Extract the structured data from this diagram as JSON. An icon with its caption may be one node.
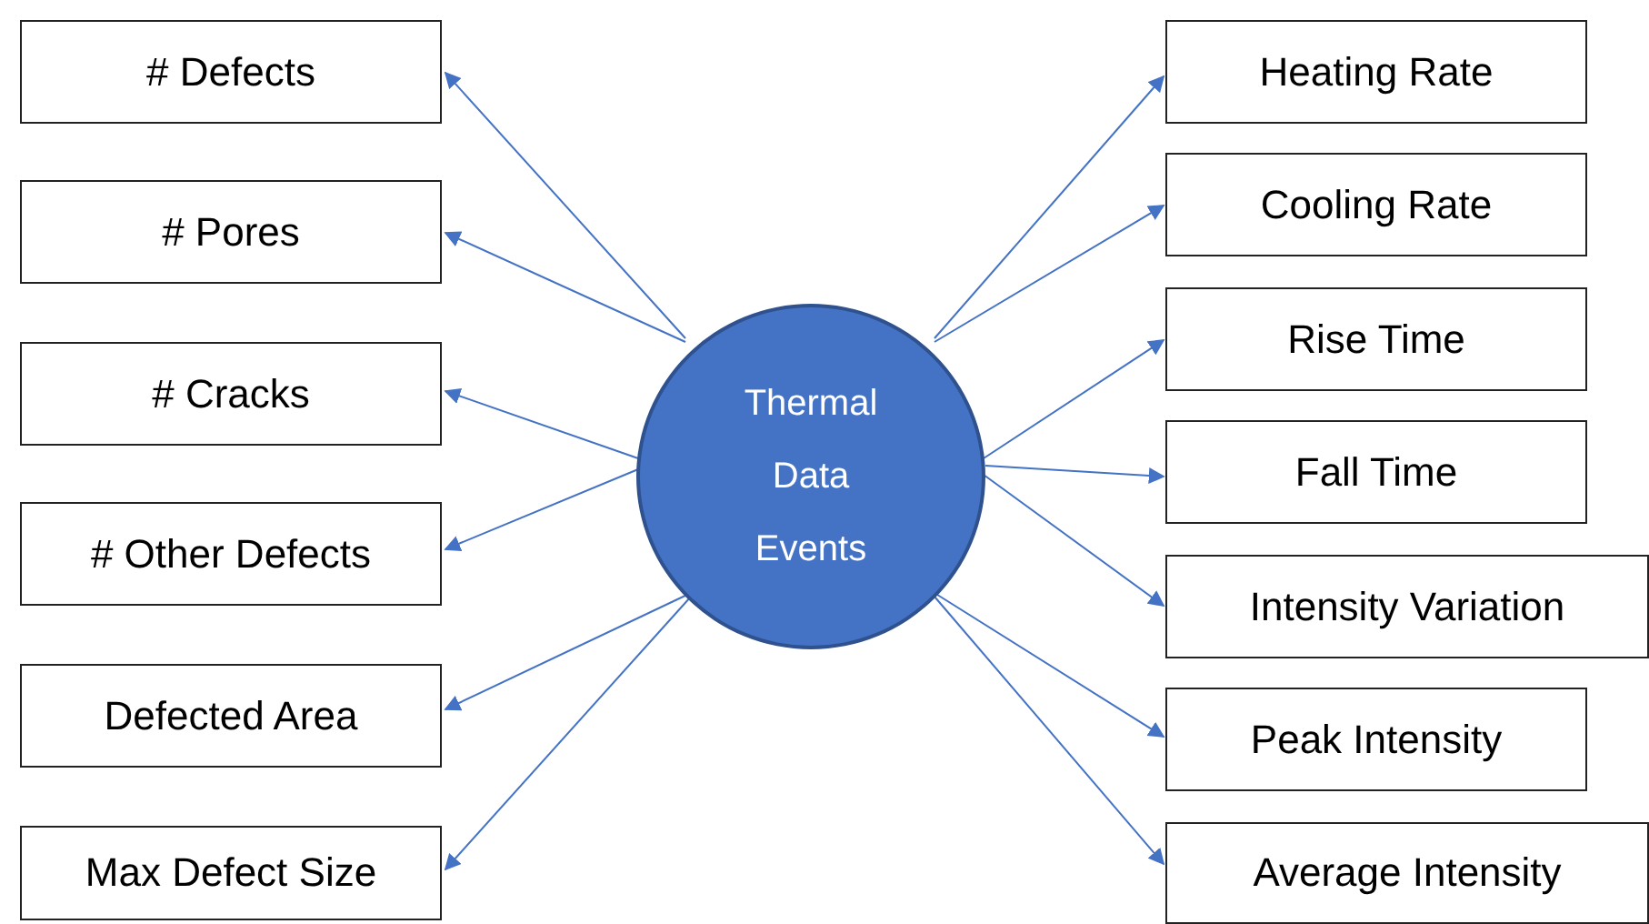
{
  "diagram": {
    "nodes": [
      {
        "text": [
          "Thermal Data Events"
        ]
      },
      {
        "text": [
          "# Defects"
        ]
      },
      {
        "text": [
          "# Pores"
        ]
      },
      {
        "text": [
          "# Cracks"
        ]
      },
      {
        "text": [
          "# Other Defects"
        ]
      },
      {
        "text": [
          "Defected Area"
        ]
      },
      {
        "text": [
          "Max Defect Size"
        ]
      },
      {
        "text": [
          "Heating Rate"
        ]
      },
      {
        "text": [
          "Cooling Rate"
        ]
      },
      {
        "text": [
          "Rise Time"
        ]
      },
      {
        "text": [
          "Fall Time"
        ]
      },
      {
        "text": [
          "Intensity Variation"
        ]
      },
      {
        "text": [
          "Peak Intensity"
        ]
      },
      {
        "text": [
          "Average Intensity"
        ]
      }
    ],
    "edges": [
      {
        "from": 0,
        "to": 1,
        "arrow": "to"
      },
      {
        "from": 0,
        "to": 2,
        "arrow": "to"
      },
      {
        "from": 0,
        "to": 3,
        "arrow": "to"
      },
      {
        "from": 0,
        "to": 4,
        "arrow": "to"
      },
      {
        "from": 0,
        "to": 5,
        "arrow": "to"
      },
      {
        "from": 0,
        "to": 6,
        "arrow": "to"
      },
      {
        "from": 0,
        "to": 7,
        "arrow": "to"
      },
      {
        "from": 0,
        "to": 8,
        "arrow": "to"
      },
      {
        "from": 0,
        "to": 9,
        "arrow": "to"
      },
      {
        "from": 0,
        "to": 10,
        "arrow": "to"
      },
      {
        "from": 0,
        "to": 11,
        "arrow": "to"
      },
      {
        "from": 0,
        "to": 12,
        "arrow": "to"
      },
      {
        "from": 0,
        "to": 13,
        "arrow": "to"
      }
    ]
  }
}
